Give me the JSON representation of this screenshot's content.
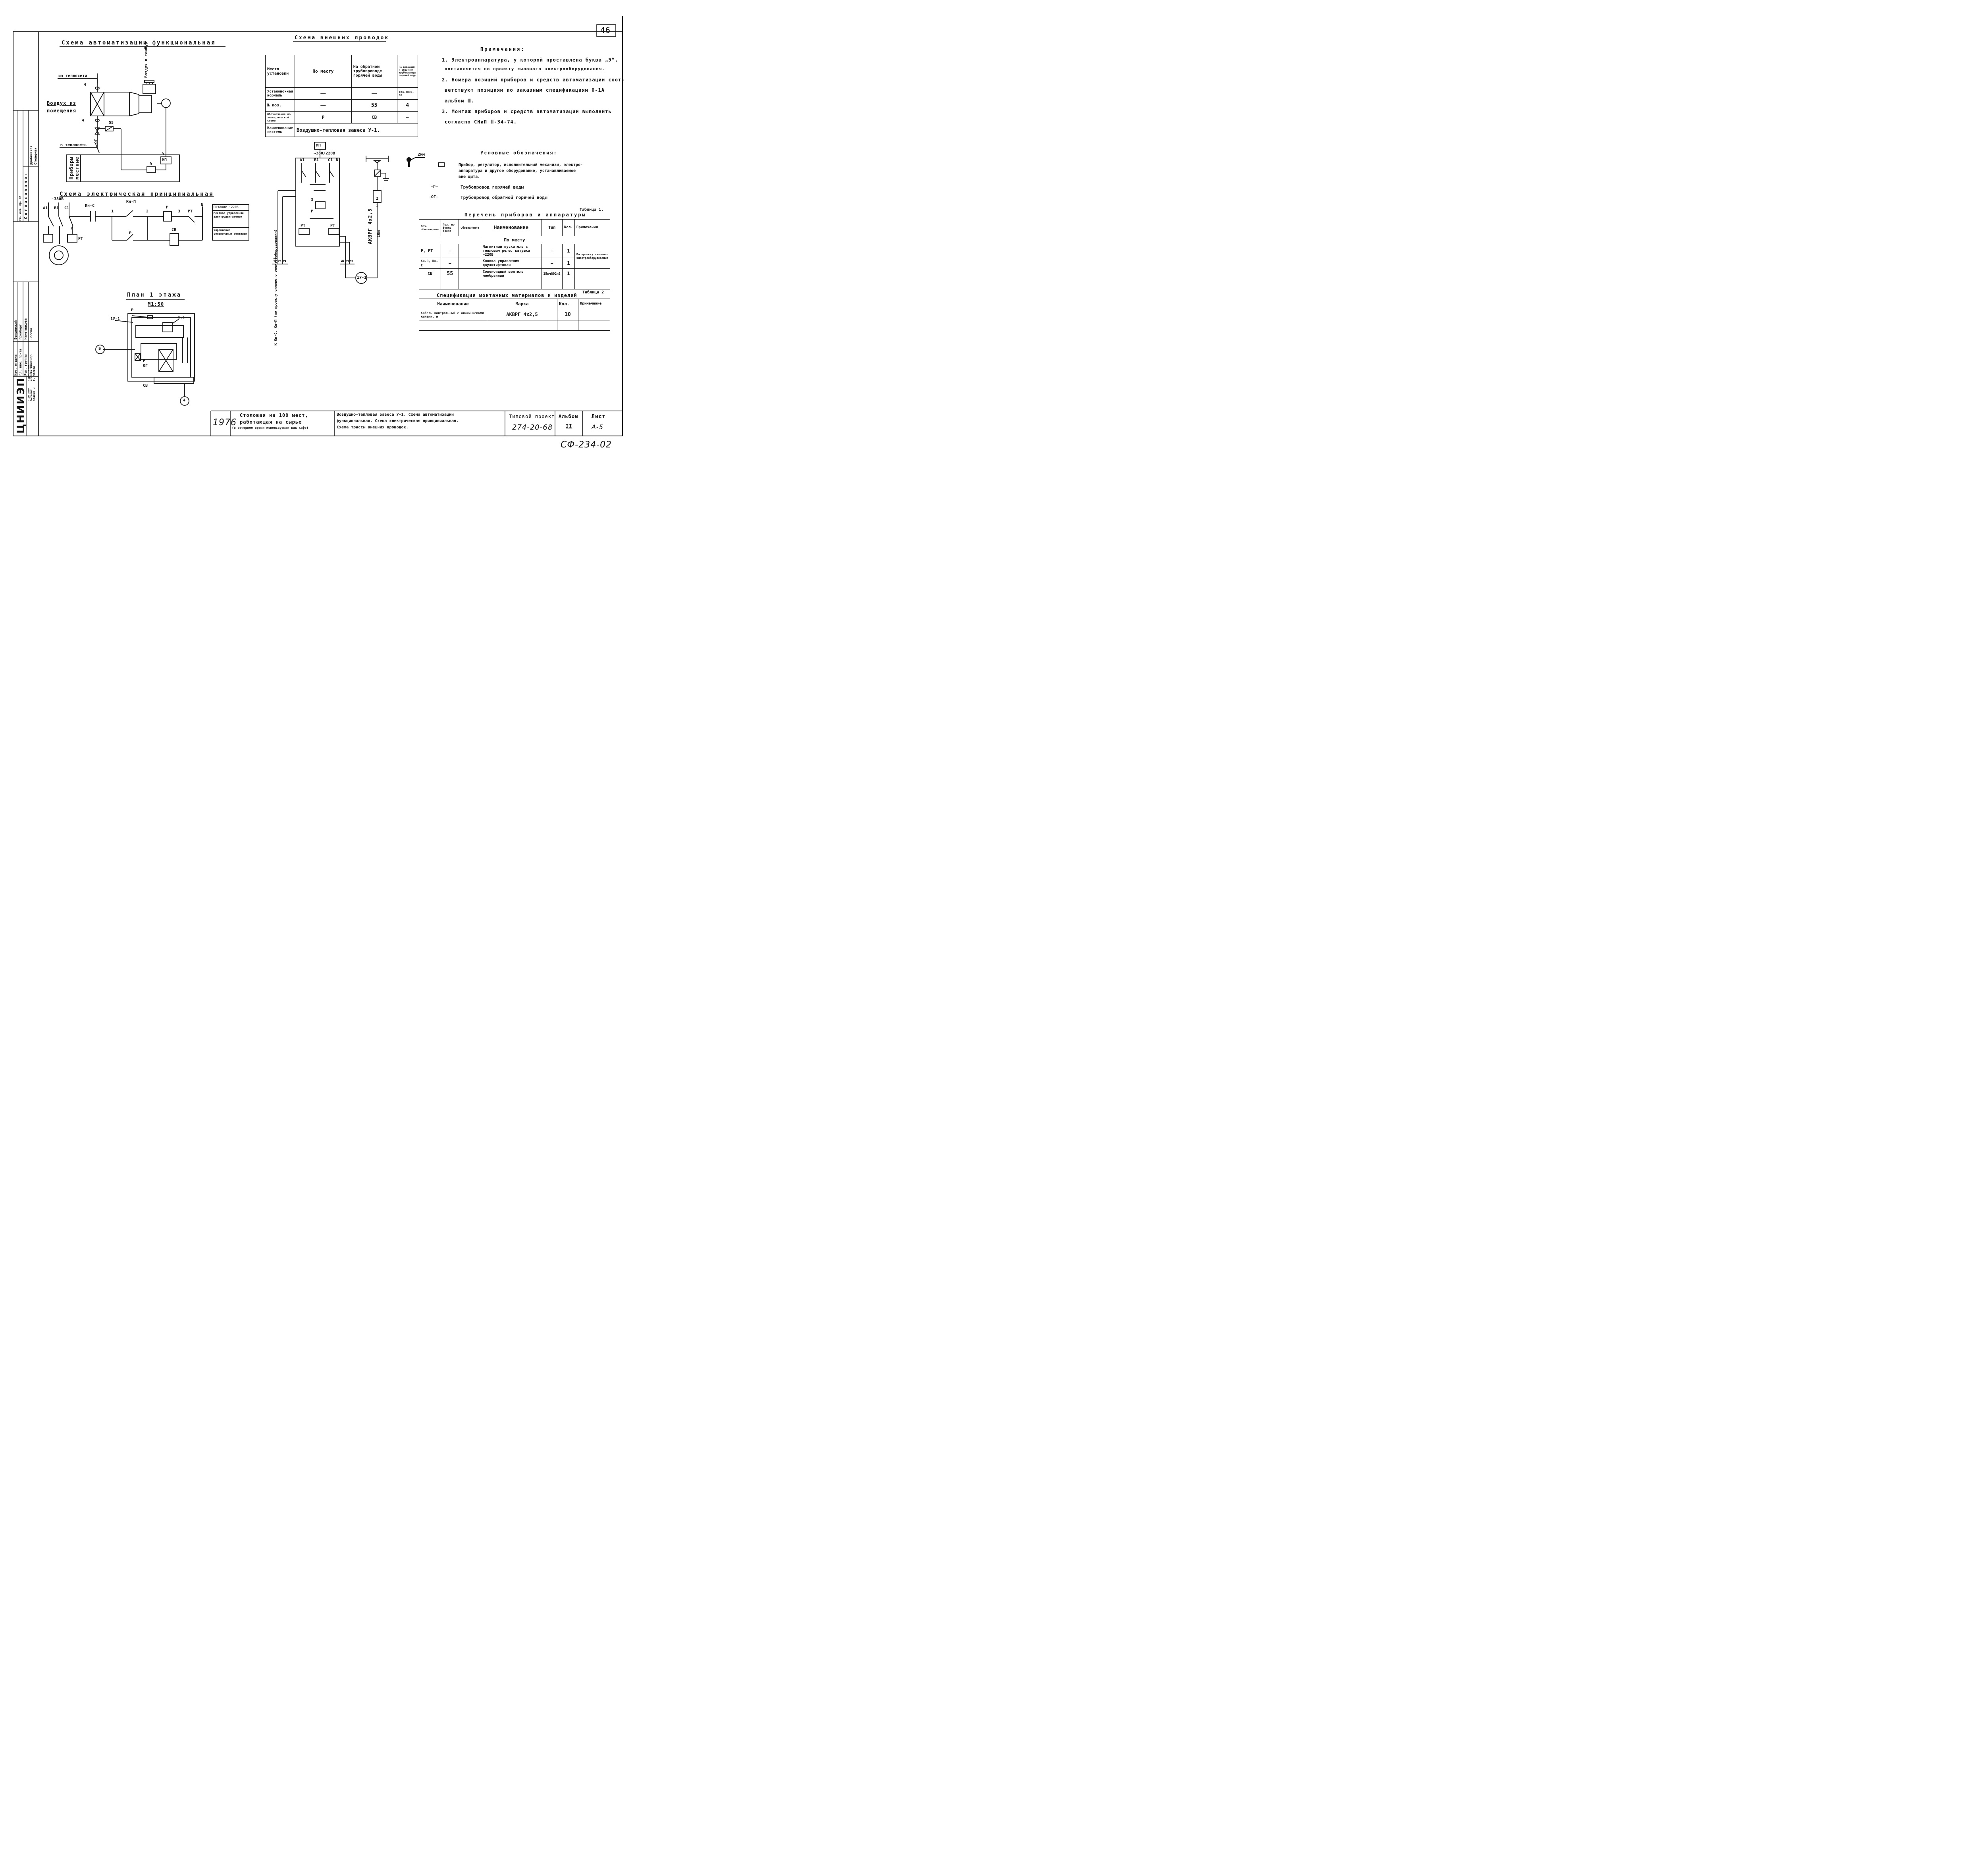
{
  "sheet_number": "46",
  "titles": {
    "functional": "Схема автоматизации функциональная",
    "wiring": "Схема внешних проводок",
    "electrical": "Схема электрическая принципиальная",
    "plan": "План 1 этажа",
    "plan_scale": "М1:50"
  },
  "functional": {
    "from_network": "из теплосети",
    "to_network": "в теплосеть",
    "air_from_room_1": "Воздух из",
    "air_from_room_2": "помещения",
    "air_to_vestibule_1": "Воздух",
    "air_to_vestibule_2": "в тамбур",
    "pos_55": "55",
    "mp": "МП",
    "e1": "Э",
    "e2": "Э",
    "p4a": "4",
    "p4b": "4",
    "og": "ОГ",
    "local_devices_1": "Приборы",
    "local_devices_2": "местные"
  },
  "wiring_table": {
    "rows": [
      {
        "h": "Место установки",
        "c1": "По месту",
        "c2": "На обратном трубопроводе горячей воды",
        "c3": "На подающем и обратном трубопроводе горячей воды"
      },
      {
        "h": "Установочная нормаль",
        "c1": "——",
        "c2": "——",
        "c3": "ТК4-3892-69"
      },
      {
        "h": "№ поз.",
        "c1": "——",
        "c2": "55",
        "c3": "4"
      },
      {
        "h": "Обозначение по электрической схеме",
        "c1": "Р",
        "c2": "СВ",
        "c3": "—"
      },
      {
        "h": "Наименование системы",
        "c1": "Воздушно-тепловая завеса У-1.",
        "c2": "",
        "c3": ""
      }
    ]
  },
  "wiring_diagram": {
    "mp": "МП",
    "voltage": "~380/220В",
    "a1": "А1",
    "b1": "В1",
    "c1": "С1",
    "n": "N",
    "pt1": "РТ",
    "pt2": "РТ",
    "p1": "Р",
    "p3": "3",
    "w1": "1",
    "w2": "2",
    "cable": "АКВРГ 4х2,5",
    "length": "10м",
    "u1": "1У-1",
    "vertical_note": "К Кн-С, Кн-П (по проекту силового электрооборудования)",
    "a1_b": "А1",
    "n_b": "N",
    "l1": "1",
    "l2": "2",
    "l3": "1",
    "l4": "2"
  },
  "electrical": {
    "voltage": "~380В",
    "a1": "А1",
    "b1": "В1",
    "c1": "С1",
    "knc": "Кн-С",
    "knp": "Кн-П",
    "n1": "1",
    "n2": "2",
    "n3": "3",
    "r1": "Р",
    "r2": "Р",
    "r3": "Р",
    "pt": "РТ",
    "pt2": "РТ",
    "sv": "СВ",
    "n": "N",
    "legend": [
      "Питание ~220В",
      "Местное управление электродвигателем",
      "Управление соленоидным вентилем"
    ]
  },
  "plan": {
    "u1": "1У-1",
    "y1": "У-1",
    "p": "Р",
    "og": "ОГ",
    "r": "Р",
    "sv": "СВ",
    "b": "Б",
    "four": "4"
  },
  "notes": {
    "title": "Примечания:",
    "lines": [
      "1. Электроаппаратура, у которой проставлена буква „Э“,",
      "поставляется по проекту силового электрооборудования.",
      "2. Номера позиций приборов и средств автоматизации соот-",
      "ветствуют позициям по заказным спецификациям 0-1А",
      "альбом Ⅲ.",
      "3. Монтаж приборов и средств автоматизации выполнить",
      "согласно СНиП Ⅲ-34-74."
    ]
  },
  "legend": {
    "title": "Условные обозначения:",
    "size": "2мм",
    "item1": [
      "Прибор, регулятор, исполнительный механизм, электро-",
      "аппаратура и другое оборудование, устанавливаемое",
      "вне щита."
    ],
    "g_symbol": "—Г—",
    "g_text": "Трубопровод горячей воды",
    "og_symbol": "—ОГ—",
    "og_text": "Трубопровод обратной горячей воды"
  },
  "equipment_list": {
    "table_label": "Таблица 1.",
    "title": "Перечень приборов и аппаратуры",
    "headers": [
      "Поз. обозначение",
      "Поз. по функц. схеме",
      "Обозначение",
      "Наименование",
      "Тип",
      "Кол.",
      "Примечания"
    ],
    "section": "По месту",
    "rows": [
      {
        "pos": "Р, РТ",
        "fpos": "—",
        "des": "",
        "name": "Магнитный пускатель с тепловым реле, катушка ~220В",
        "type": "—",
        "qty": "1"
      },
      {
        "pos": "Кн-П, Кн-С",
        "fpos": "—",
        "des": "",
        "name": "Кнопка управления двухштифтовая",
        "type": "—",
        "qty": "1"
      },
      {
        "pos": "СВ",
        "fpos": "55",
        "des": "",
        "name": "Соленоидный вентиль мембранный",
        "type": "15кч892п3",
        "qty": "1"
      }
    ],
    "note": "По проекту силового электрооборудования"
  },
  "spec": {
    "table_label": "Таблица 2",
    "title": "Спецификация монтажных материалов и изделий",
    "headers": [
      "Наименование",
      "Марка",
      "Кол.",
      "Примечание"
    ],
    "rows": [
      {
        "name": "Кабель контрольный с алюминиевыми жилами, м",
        "mark": "АКВРГ 4х2,5",
        "qty": "10",
        "note": ""
      }
    ]
  },
  "agreed": {
    "title": "Согласовано:",
    "rows": [
      {
        "role": "Гл. инж. пр. 08",
        "name": "Дробинская"
      },
      {
        "role": "Гл. инж. пр. 30",
        "name": "Столерман"
      }
    ]
  },
  "staff": [
    {
      "role": "Нач. отдела",
      "name": "Вепринский"
    },
    {
      "role": "Гл. инж. пр-та",
      "name": "Гринберг"
    },
    {
      "role": "Рук. группы",
      "name": "Наметникова"
    },
    {
      "role": "Ст. инженер",
      "name": "Лосева"
    }
  ],
  "org": {
    "logo": "ЦНИИЭП",
    "lines": [
      "торгово-",
      "бытовых",
      "зданий и",
      "туристских",
      "комплексов",
      "г. Москва"
    ]
  },
  "title_block": {
    "year": "1976",
    "object": [
      "Столовая на 100 мест,",
      "работающая на сырье",
      "(в вечернее время используемая как кафе)"
    ],
    "drawing": [
      "Воздушно-тепловая завеса У-1. Схема автоматизации",
      "функциональная. Схема электрическая принципиальная.",
      "Схема трассы внешних проводок."
    ],
    "project_label": "Типовой проект",
    "project": "274-20-68",
    "album_label": "Альбом",
    "album": "II",
    "sheet_label": "Лист",
    "sheet": "А-5"
  },
  "stamp": "СФ-234-02"
}
